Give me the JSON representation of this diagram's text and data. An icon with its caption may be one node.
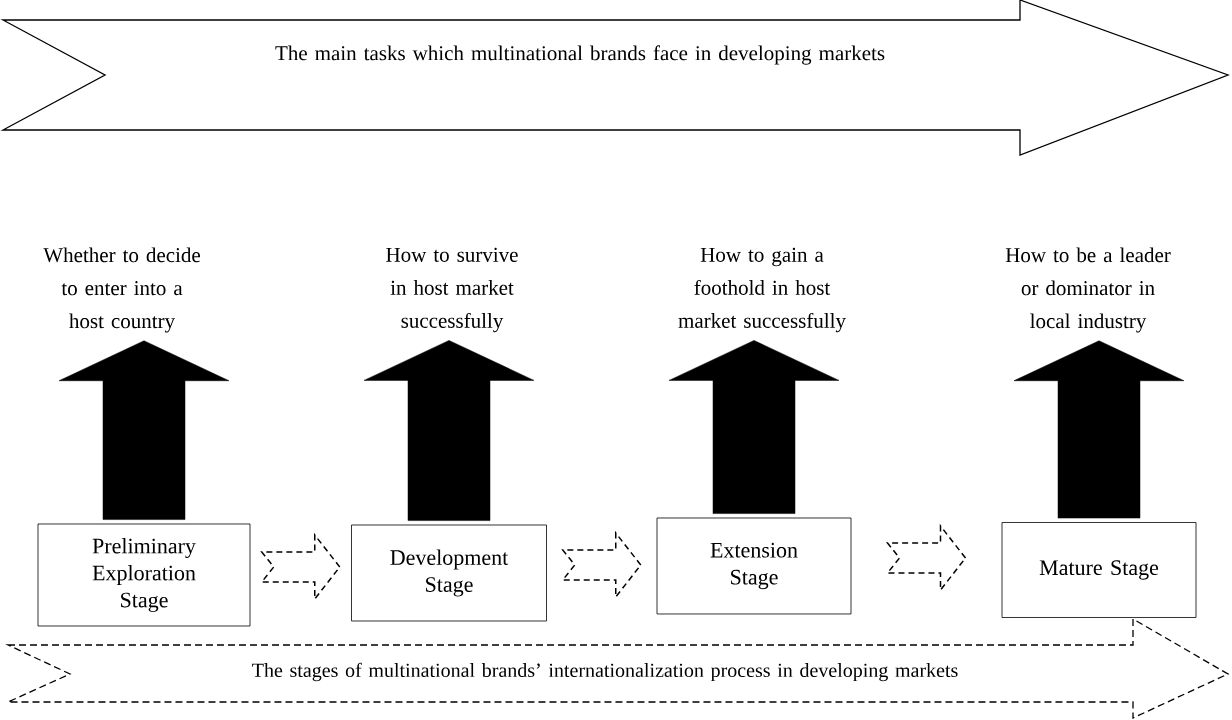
{
  "diagram": {
    "nodes": [
      {
        "text": [
          "The main tasks which multinational brands face in developing markets"
        ]
      },
      {
        "text": [
          "Whether to decide to enter into a host country"
        ]
      },
      {
        "text": [
          "How to survive in host market successfully"
        ]
      },
      {
        "text": [
          "How to gain a foothold in host market successfully"
        ]
      },
      {
        "text": [
          "How to be a leader or dominator in local industry"
        ]
      },
      {
        "text": [
          "Preliminary Exploration Stage"
        ]
      },
      {
        "text": [
          "Development Stage"
        ]
      },
      {
        "text": [
          "Extension Stage"
        ]
      },
      {
        "text": [
          "Mature Stage"
        ]
      },
      {
        "text": [
          "The stages of multinational brands’ internationalization process in developing markets"
        ]
      }
    ],
    "edges": [
      {
        "from": 5,
        "to": 1,
        "arrow": "to"
      },
      {
        "from": 6,
        "to": 2,
        "arrow": "to"
      },
      {
        "from": 7,
        "to": 3,
        "arrow": "to"
      },
      {
        "from": 8,
        "to": 4,
        "arrow": "to"
      },
      {
        "from": 5,
        "to": 6,
        "arrow": "to",
        "style": "dashed"
      },
      {
        "from": 6,
        "to": 7,
        "arrow": "to",
        "style": "dashed"
      },
      {
        "from": 7,
        "to": 8,
        "arrow": "to",
        "style": "dashed"
      }
    ]
  }
}
